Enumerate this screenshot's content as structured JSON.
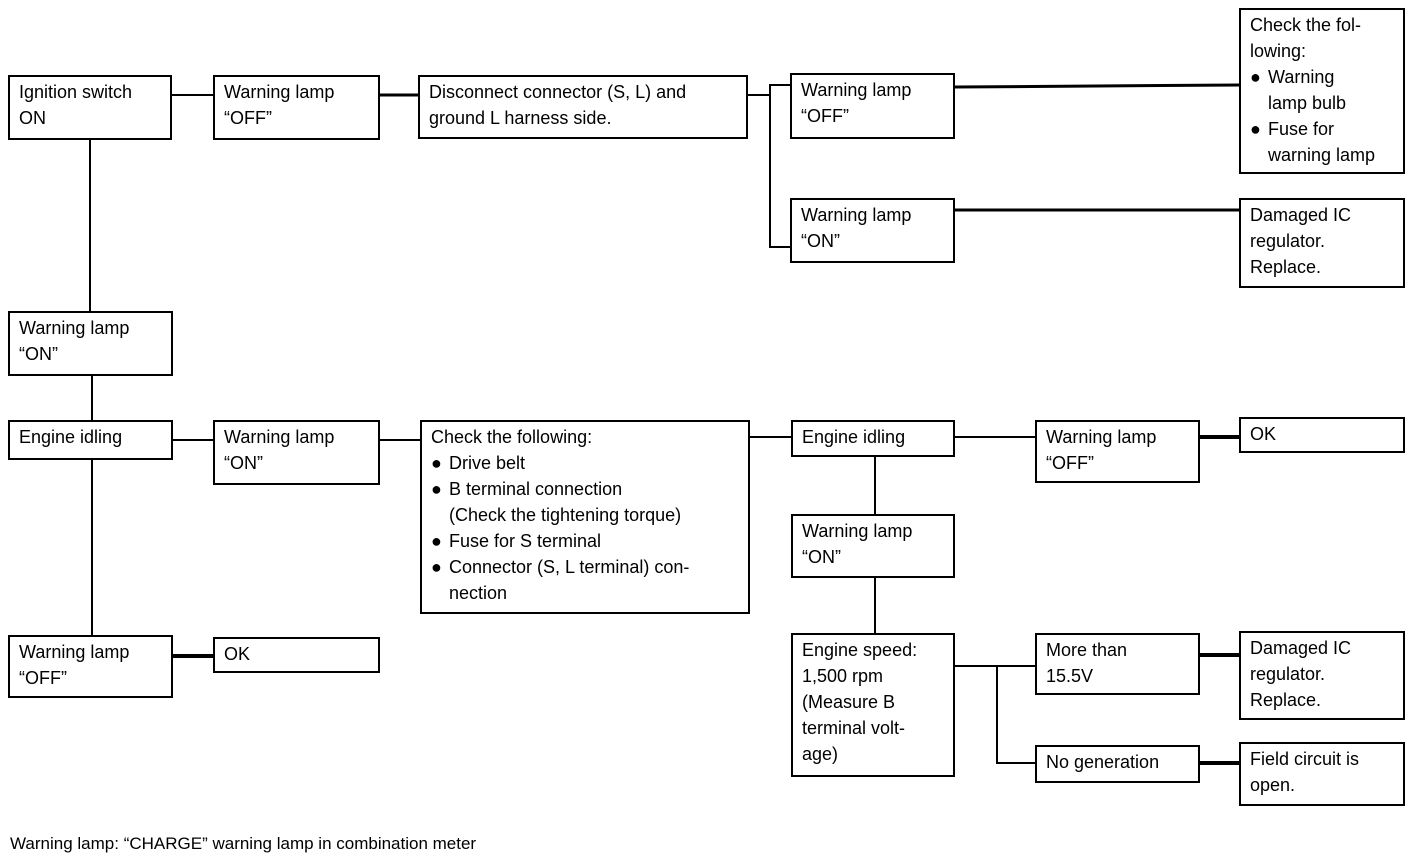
{
  "nodes": {
    "ignition": [
      "Ignition switch",
      "ON"
    ],
    "lamp_off_1": [
      "Warning lamp",
      "“OFF”"
    ],
    "disconnect": [
      "Disconnect connector (S, L) and",
      "ground L harness side."
    ],
    "lamp_off_2": [
      "Warning lamp",
      "“OFF”"
    ],
    "check_top": {
      "title": [
        "Check the fol-",
        "lowing:"
      ],
      "items": [
        [
          "Warning",
          "lamp bulb"
        ],
        [
          "Fuse for",
          "warning lamp"
        ]
      ]
    },
    "lamp_on_2": [
      "Warning lamp",
      "“ON”"
    ],
    "damaged_ic_1": [
      "Damaged IC",
      "regulator.",
      "Replace."
    ],
    "lamp_on_1": [
      "Warning lamp",
      "“ON”"
    ],
    "idle_1": [
      "Engine idling"
    ],
    "lamp_on_3": [
      "Warning lamp",
      "“ON”"
    ],
    "check_mid": {
      "title": "Check the following:",
      "items": [
        [
          "Drive belt"
        ],
        [
          "B terminal connection",
          "(Check the tightening torque)"
        ],
        [
          "Fuse for S terminal"
        ],
        [
          "Connector (S, L terminal) con-",
          "nection"
        ]
      ]
    },
    "idle_2": [
      "Engine idling"
    ],
    "lamp_off_3": [
      "Warning lamp",
      "“OFF”"
    ],
    "ok_1": [
      "OK"
    ],
    "lamp_on_4": [
      "Warning lamp",
      "“ON”"
    ],
    "speed": [
      "Engine speed:",
      "1,500 rpm",
      "(Measure B",
      "terminal volt-",
      "age)"
    ],
    "more_than": [
      "More than",
      "15.5V"
    ],
    "damaged_ic_2": [
      "Damaged IC",
      "regulator.",
      "Replace."
    ],
    "no_gen": [
      "No generation"
    ],
    "field": [
      "Field circuit is",
      "open."
    ],
    "lamp_off_4": [
      "Warning lamp",
      "“OFF”"
    ],
    "ok_2": [
      "OK"
    ]
  },
  "bullet_icon": "filled-circle",
  "bullet_glyph": "●",
  "footer": "Warning lamp: “CHARGE” warning lamp in combination meter"
}
